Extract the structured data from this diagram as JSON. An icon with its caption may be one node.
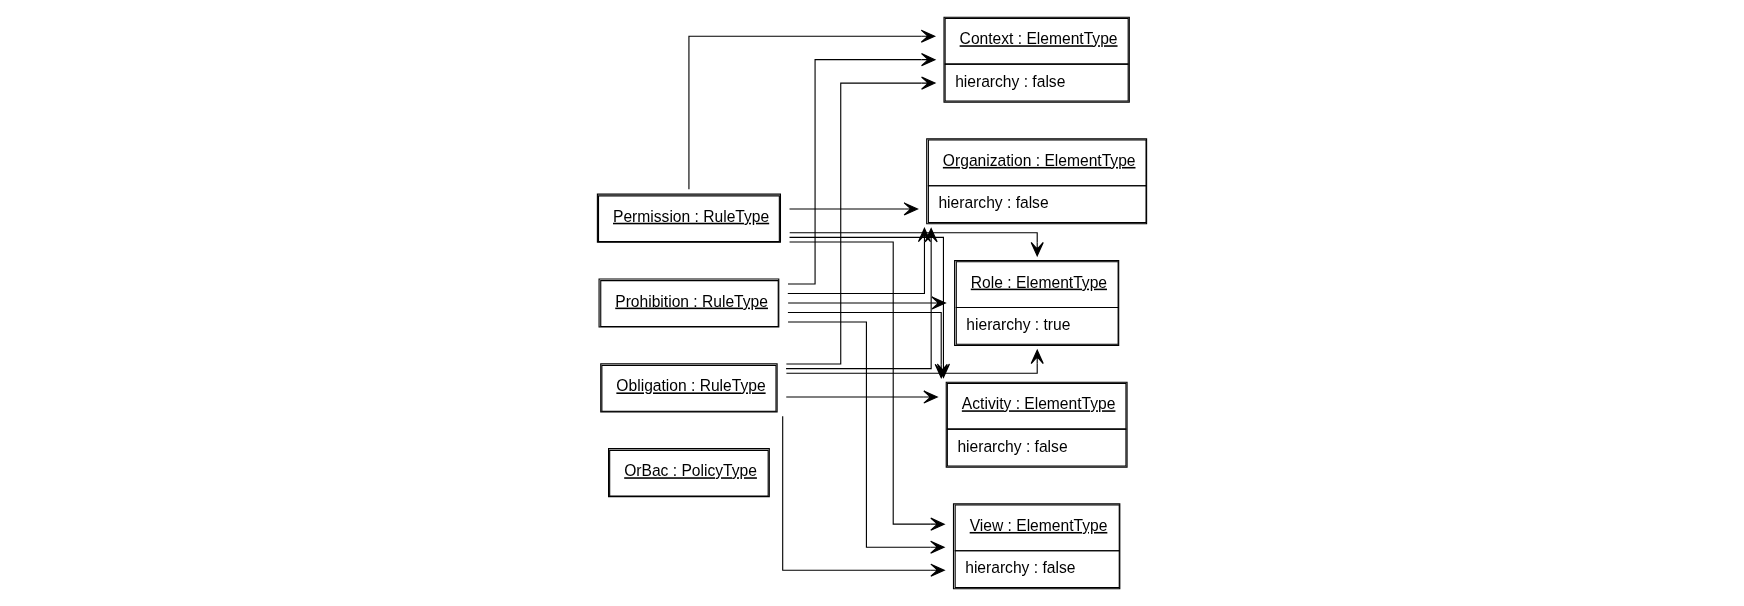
{
  "diagram": {
    "nodes": [
      {
        "text": [
          "OrBac : PolicyType"
        ]
      },
      {
        "text": [
          "Permission : RuleType"
        ]
      },
      {
        "text": [
          "Prohibition : RuleType"
        ]
      },
      {
        "text": [
          "Obligation : RuleType"
        ]
      },
      {
        "text": [
          "Organization : ElementType",
          "hierarchy : false"
        ]
      },
      {
        "text": [
          "Role : ElementType",
          "hierarchy : true"
        ]
      },
      {
        "text": [
          "Activity : ElementType",
          "hierarchy : false"
        ]
      },
      {
        "text": [
          "View : ElementType",
          "hierarchy : false"
        ]
      },
      {
        "text": [
          "Context : ElementType",
          "hierarchy : false"
        ]
      }
    ],
    "edges": [
      {
        "from": 1,
        "to": 4,
        "arrow": "to"
      },
      {
        "from": 1,
        "to": 5,
        "arrow": "to"
      },
      {
        "from": 1,
        "to": 6,
        "arrow": "to"
      },
      {
        "from": 1,
        "to": 7,
        "arrow": "to"
      },
      {
        "from": 1,
        "to": 8,
        "arrow": "to"
      },
      {
        "from": 2,
        "to": 4,
        "arrow": "to"
      },
      {
        "from": 2,
        "to": 5,
        "arrow": "to"
      },
      {
        "from": 2,
        "to": 6,
        "arrow": "to"
      },
      {
        "from": 2,
        "to": 7,
        "arrow": "to"
      },
      {
        "from": 2,
        "to": 8,
        "arrow": "to"
      },
      {
        "from": 3,
        "to": 4,
        "arrow": "to"
      },
      {
        "from": 3,
        "to": 5,
        "arrow": "to"
      },
      {
        "from": 3,
        "to": 6,
        "arrow": "to"
      },
      {
        "from": 3,
        "to": 7,
        "arrow": "to"
      },
      {
        "from": 3,
        "to": 8,
        "arrow": "to"
      }
    ]
  }
}
